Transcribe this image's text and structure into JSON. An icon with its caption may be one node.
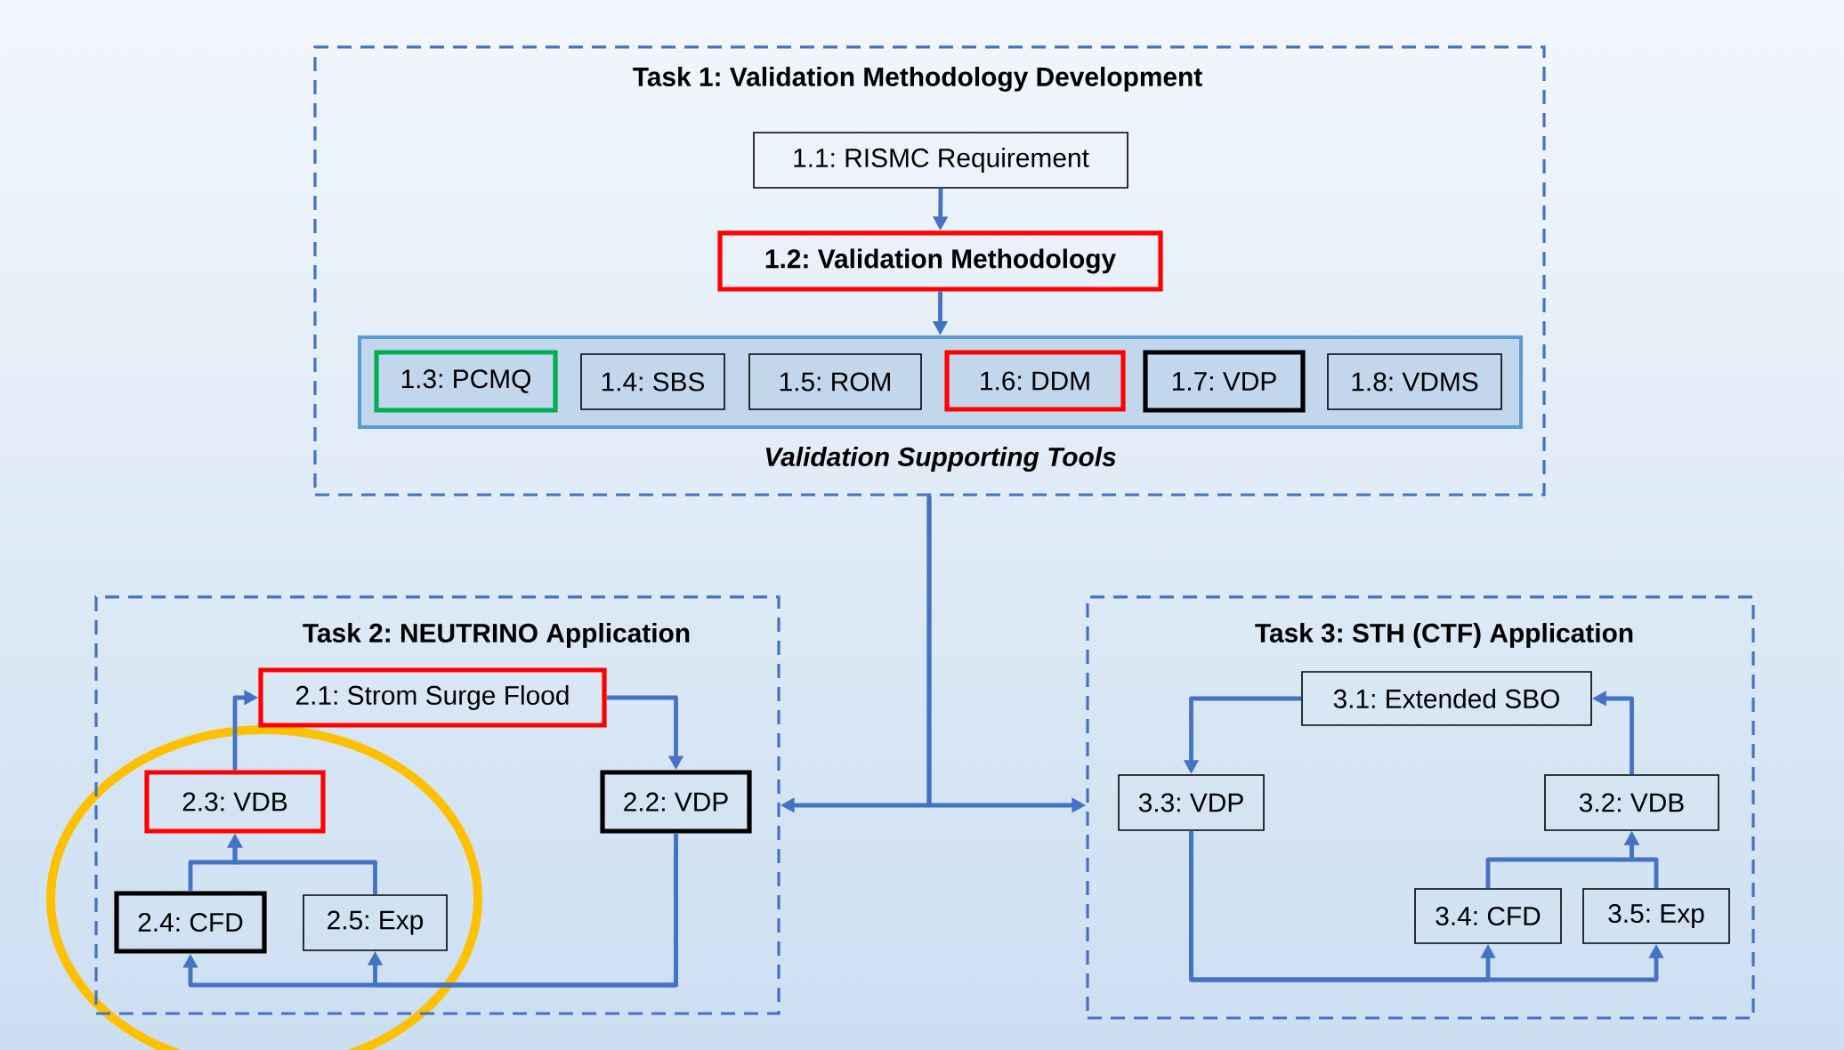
{
  "diagram": {
    "nodes": [
      {
        "text": [
          "Task 1: Validation Methodology Development"
        ]
      },
      {
        "text": [
          "1.1: RISMC Requirement"
        ],
        "in": 0
      },
      {
        "text": [
          "1.2: Validation Methodology"
        ],
        "in": 0
      },
      {
        "text": [
          "Validation Supporting Tools"
        ],
        "in": 0
      },
      {
        "text": [
          "1.3: PCMQ"
        ],
        "in": 3
      },
      {
        "text": [
          "1.4: SBS"
        ],
        "in": 3
      },
      {
        "text": [
          "1.5: ROM"
        ],
        "in": 3
      },
      {
        "text": [
          "1.6: DDM"
        ],
        "in": 3
      },
      {
        "text": [
          "1.7: VDP"
        ],
        "in": 3
      },
      {
        "text": [
          "1.8: VDMS"
        ],
        "in": 3
      },
      {
        "text": [
          "Task 2: NEUTRINO Application"
        ]
      },
      {
        "text": [
          "2.1: Strom Surge Flood"
        ],
        "in": 10
      },
      {
        "text": [
          "2.3: VDB"
        ],
        "in": 10
      },
      {
        "text": [
          "2.2: VDP"
        ],
        "in": 10
      },
      {
        "text": [
          "2.4: CFD"
        ],
        "in": 10
      },
      {
        "text": [
          "2.5: Exp"
        ],
        "in": 10
      },
      {
        "text": [
          "Task 3: STH (CTF) Application"
        ]
      },
      {
        "text": [
          "3.1: Extended SBO"
        ],
        "in": 16
      },
      {
        "text": [
          "3.3: VDP"
        ],
        "in": 16
      },
      {
        "text": [
          "3.2: VDB"
        ],
        "in": 16
      },
      {
        "text": [
          "3.4: CFD"
        ],
        "in": 16
      },
      {
        "text": [
          "3.5: Exp"
        ],
        "in": 16
      }
    ],
    "edges": [
      {
        "from": 1,
        "to": 2,
        "arrow": "to"
      },
      {
        "from": 2,
        "to": 3,
        "arrow": "to"
      },
      {
        "from": 0,
        "to": 10,
        "arrow": "to"
      },
      {
        "from": 0,
        "to": 16,
        "arrow": "to"
      },
      {
        "from": 12,
        "to": 11,
        "arrow": "to"
      },
      {
        "from": 11,
        "to": 13,
        "arrow": "to"
      },
      {
        "from": 14,
        "to": 12,
        "arrow": "to"
      },
      {
        "from": 15,
        "to": 12,
        "arrow": "to"
      },
      {
        "from": 13,
        "to": 14,
        "arrow": "to"
      },
      {
        "from": 13,
        "to": 15,
        "arrow": "to"
      },
      {
        "from": 17,
        "to": 18,
        "arrow": "to"
      },
      {
        "from": 19,
        "to": 17,
        "arrow": "to"
      },
      {
        "from": 20,
        "to": 19,
        "arrow": "to"
      },
      {
        "from": 21,
        "to": 19,
        "arrow": "to"
      },
      {
        "from": 18,
        "to": 20,
        "arrow": "to"
      },
      {
        "from": 18,
        "to": 21,
        "arrow": "to"
      }
    ]
  }
}
